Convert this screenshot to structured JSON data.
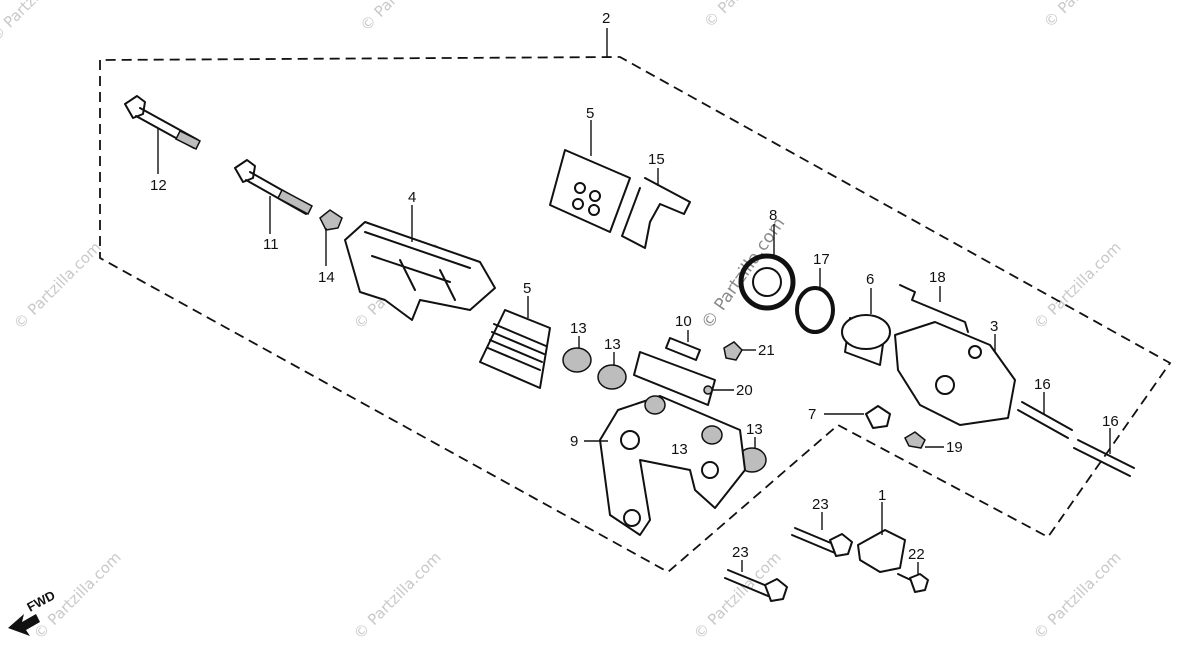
{
  "diagram": {
    "callouts": {
      "c1": "1",
      "c2": "2",
      "c3": "3",
      "c4": "4",
      "c5a": "5",
      "c5b": "5",
      "c6": "6",
      "c7": "7",
      "c8": "8",
      "c9": "9",
      "c10": "10",
      "c11": "11",
      "c12": "12",
      "c13a": "13",
      "c13b": "13",
      "c13c": "13",
      "c13d": "13",
      "c14": "14",
      "c15": "15",
      "c16a": "16",
      "c16b": "16",
      "c17": "17",
      "c18": "18",
      "c19": "19",
      "c20": "20",
      "c21": "21",
      "c22": "22",
      "c23a": "23",
      "c23b": "23"
    },
    "fwd_label": "FWD",
    "watermark": "© Partzilla.com",
    "watermark_main": "© Partzilla.com"
  }
}
